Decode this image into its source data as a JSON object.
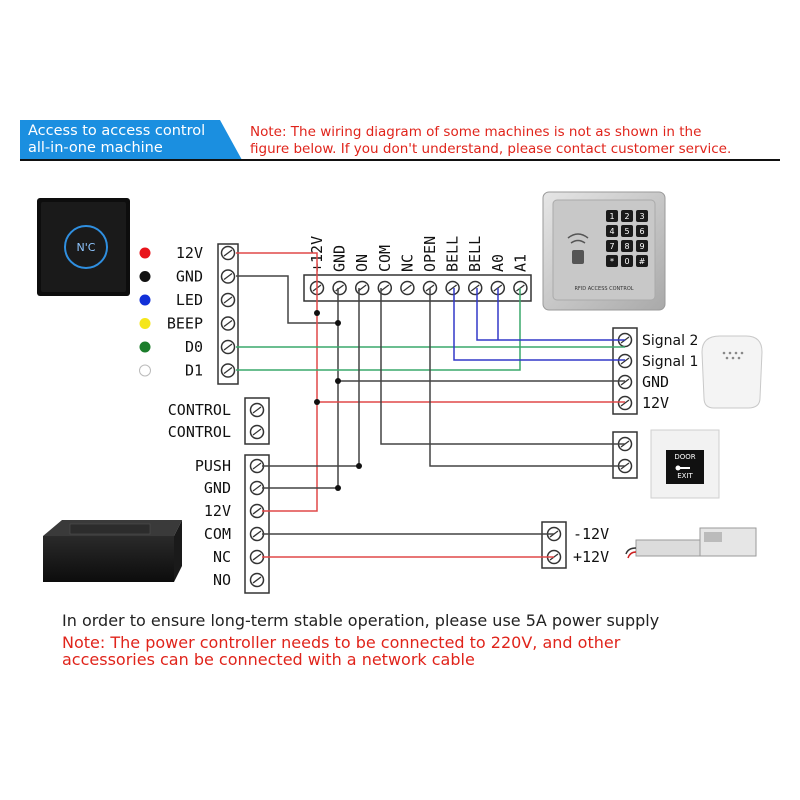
{
  "banner": {
    "line1": "Access to access control",
    "line2": "all-in-one machine",
    "note_line1": "Note: The wiring diagram of some machines is not as shown in the",
    "note_line2": "figure below. If you don't understand, please contact customer service."
  },
  "reader": {
    "logo": "N'C",
    "terminals": [
      "12V",
      "GND",
      "LED",
      "BEEP",
      "D0",
      "D1"
    ],
    "dot_colors": [
      "#e8141b",
      "#111111",
      "#1230d8",
      "#f5e61a",
      "#1b7d2b",
      "#ffffff"
    ]
  },
  "keypad": {
    "brand": "RFID ACCESS CONTROL",
    "keys": [
      "1",
      "2",
      "3",
      "4",
      "5",
      "6",
      "7",
      "8",
      "9",
      "*",
      "0",
      "#"
    ],
    "terminals": [
      "+12V",
      "GND",
      "ON",
      "COM",
      "NC",
      "OPEN",
      "BELL",
      "BELL",
      "A0",
      "A1"
    ]
  },
  "doorbell": {
    "terminals": [
      "Signal 2",
      "Signal 1",
      "GND",
      "12V"
    ]
  },
  "exit_button": {
    "text_top": "DOOR",
    "text_bottom": "EXIT"
  },
  "controller": {
    "terminals": [
      "CONTROL",
      "CONTROL",
      "PUSH",
      "GND",
      "12V",
      "COM",
      "NC",
      "NO"
    ]
  },
  "lock": {
    "terminals": [
      "-12V",
      "+12V"
    ]
  },
  "colors": {
    "red_wire": "#e04848",
    "blue_wire": "#3238c8",
    "green_wire": "#3aa86b",
    "gray_wire": "#444444",
    "accent": "#1b8fe0",
    "note_red": "#e0241b"
  },
  "footer": {
    "line1": "In order to ensure long-term stable operation, please use 5A power supply",
    "line2": "Note: The power controller needs to be connected to 220V, and other",
    "line3": "accessories can be connected with a network cable"
  }
}
